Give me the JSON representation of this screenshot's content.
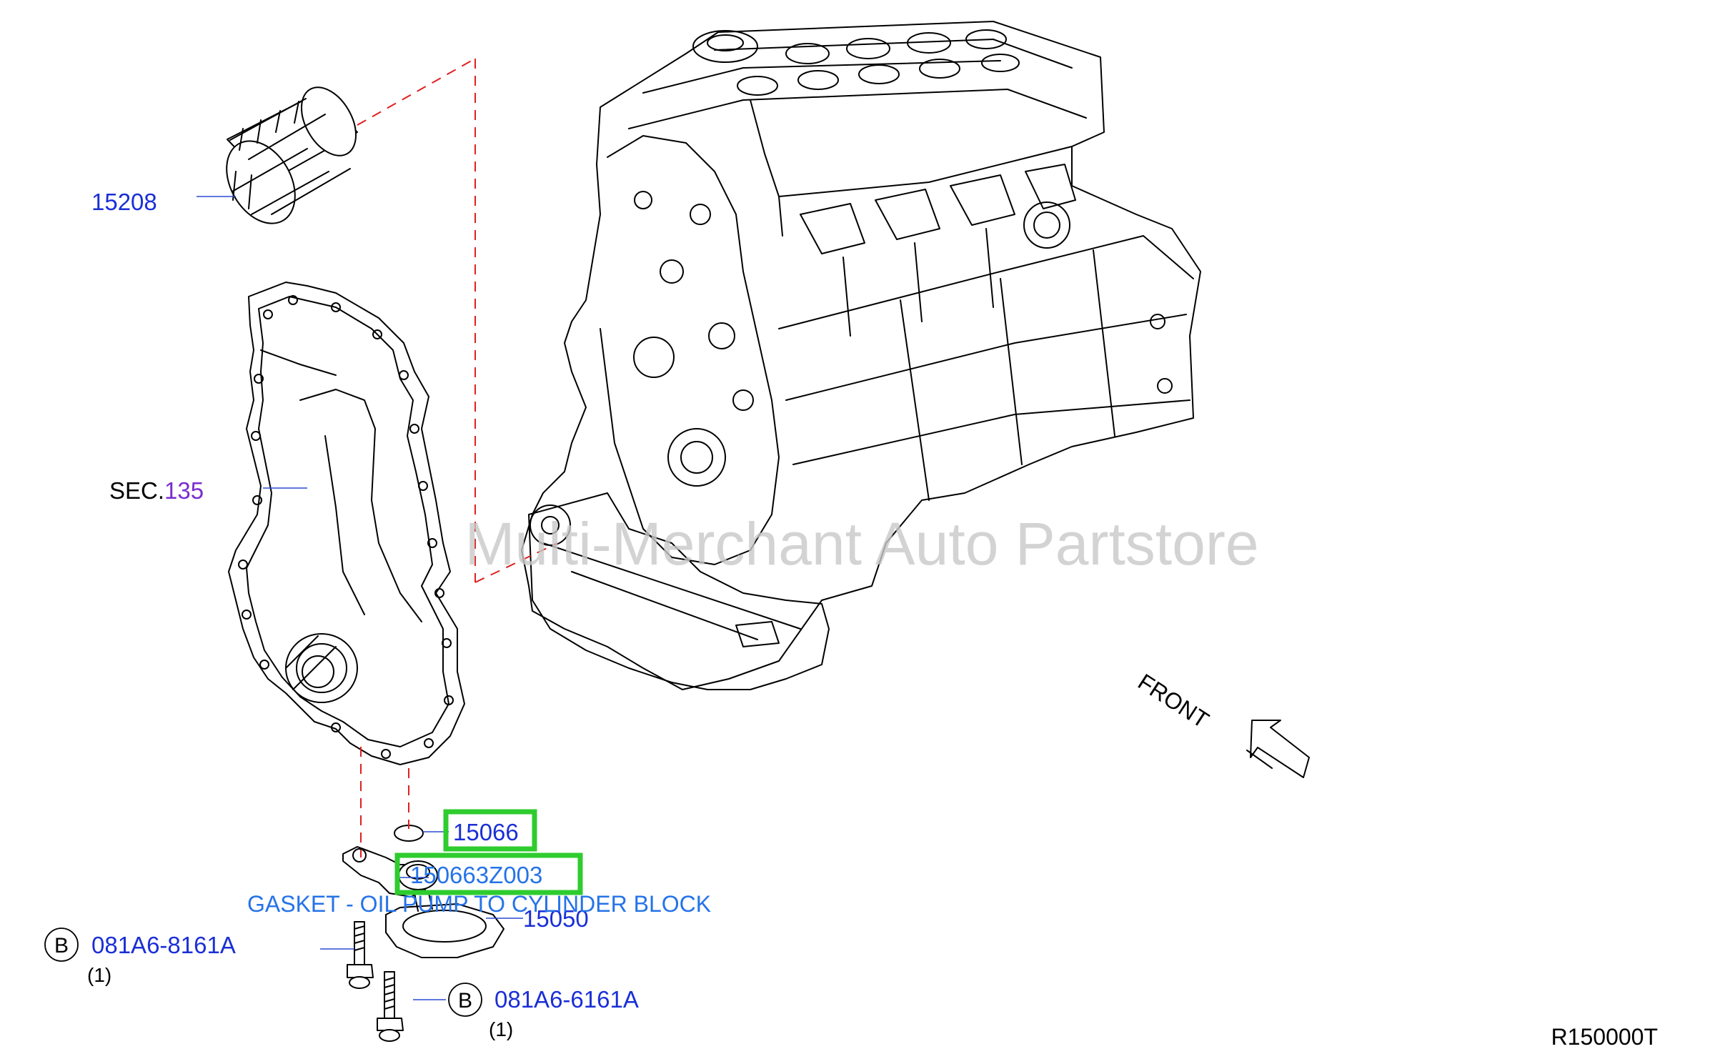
{
  "diagram": {
    "code": "R150000T",
    "watermark": "Multi-Merchant Auto Partstore",
    "front_label": "FRONT",
    "section_prefix": "SEC.",
    "section_number": "135",
    "colors": {
      "part_number": "#1a2fd6",
      "section_link": "#7a2ccf",
      "highlight": "#2ecc2e",
      "selected_text": "#2573e8",
      "leader": "#2a4bd0",
      "dashed_guide": "#e02020",
      "watermark": "#c8c8c8"
    },
    "parts": {
      "oil_filter": "15208",
      "o_ring": "15066",
      "gasket_part": "150663Z003",
      "gasket_desc": "GASKET - OIL PUMP TO CYLINDER BLOCK",
      "oil_strainer": "15050",
      "bolt_upper": "081A6-8161A",
      "bolt_upper_qty": "(1)",
      "bolt_upper_badge": "B",
      "bolt_lower": "081A6-6161A",
      "bolt_lower_qty": "(1)",
      "bolt_lower_badge": "B"
    }
  }
}
